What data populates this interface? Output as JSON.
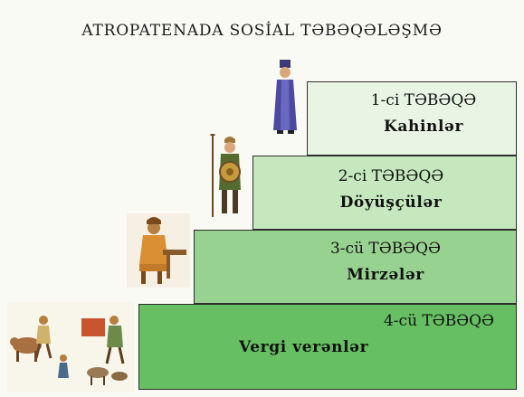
{
  "title": "ATROPATENADA SOSİAL TƏBƏQƏLƏŞMƏ",
  "layers": [
    {
      "layer": "1-ci TƏBƏQƏ",
      "group": "Kahinlər"
    },
    {
      "layer": "2-ci TƏBƏQƏ",
      "group": "Döyüşçülər"
    },
    {
      "layer": "3-cü TƏBƏQƏ",
      "group": "Mirzələr"
    },
    {
      "layer": "4-cü TƏBƏQƏ",
      "group": "Vergi verənlər"
    }
  ],
  "colors": {
    "layer1": "#e8f5e4",
    "layer2": "#c6e8bf",
    "layer3": "#98d290",
    "layer4": "#66bf62",
    "border": "#2d2d2d"
  },
  "illustrations": [
    "priest-figure-icon",
    "warrior-figure-icon",
    "scribe-figure-icon",
    "farmers-scene-icon"
  ]
}
